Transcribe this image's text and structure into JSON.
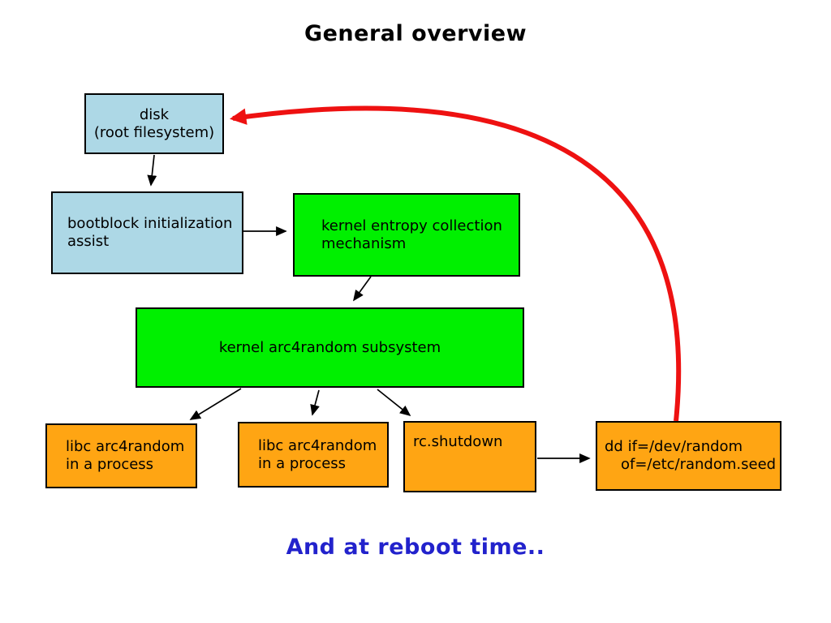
{
  "title": "General overview",
  "subtitle": "And at reboot time..",
  "colors": {
    "box_lightblue": "#add8e6",
    "box_green": "#00f000",
    "box_orange": "#ffa513",
    "arrow_black": "#000000",
    "arrow_red": "#ee1111",
    "subtitle_blue": "#2222cc"
  },
  "nodes": {
    "disk": {
      "lines": [
        "disk",
        "(root filesystem)"
      ]
    },
    "bootblock": {
      "lines": [
        "bootblock initialization",
        "assist"
      ]
    },
    "entropy": {
      "lines": [
        "kernel entropy collection",
        "mechanism"
      ]
    },
    "arc4random": {
      "lines": [
        "kernel arc4random subsystem"
      ]
    },
    "libc1": {
      "lines": [
        "libc arc4random",
        "in a process"
      ]
    },
    "libc2": {
      "lines": [
        "libc arc4random",
        "in a process"
      ]
    },
    "rc_shutdown": {
      "lines": [
        "rc.shutdown"
      ]
    },
    "dd_seed": {
      "lines": [
        "dd if=/dev/random",
        "of=/etc/random.seed"
      ]
    }
  },
  "edges": [
    {
      "from": "disk",
      "to": "bootblock",
      "color": "black"
    },
    {
      "from": "bootblock",
      "to": "entropy",
      "color": "black"
    },
    {
      "from": "entropy",
      "to": "arc4random",
      "color": "black"
    },
    {
      "from": "arc4random",
      "to": "libc1",
      "color": "black"
    },
    {
      "from": "arc4random",
      "to": "libc2",
      "color": "black"
    },
    {
      "from": "arc4random",
      "to": "rc_shutdown",
      "color": "black"
    },
    {
      "from": "rc_shutdown",
      "to": "dd_seed",
      "color": "black"
    },
    {
      "from": "dd_seed",
      "to": "disk",
      "color": "red"
    }
  ]
}
